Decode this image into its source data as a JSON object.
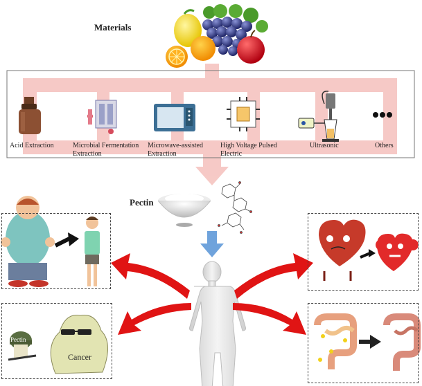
{
  "header": {
    "materials_label": "Materials"
  },
  "methods": [
    {
      "id": "acid",
      "label": "Acid Extraction"
    },
    {
      "id": "microbial",
      "label": "Microbial Fermentation Extraction"
    },
    {
      "id": "microwave",
      "label": "Microwave-assisted Extraction"
    },
    {
      "id": "hvpe",
      "label": "High Voltage Pulsed Electric"
    },
    {
      "id": "ultrasonic",
      "label": "Ultrasonic"
    },
    {
      "id": "others",
      "label": "Others"
    }
  ],
  "pectin": {
    "label": "Pectin"
  },
  "effects": {
    "cancer_panel": {
      "helmet_text": "Pectin",
      "tumor_text": "Cancer"
    }
  },
  "colors": {
    "pink_band": "#f6c7c3",
    "red_arrow": "#e01414",
    "blue_arrow": "#6fa3dc"
  }
}
